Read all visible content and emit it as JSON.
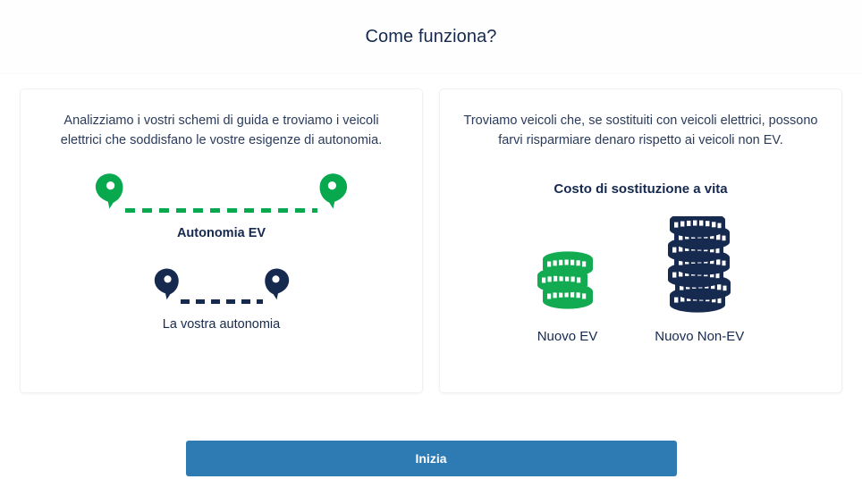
{
  "modal": {
    "title": "Come funziona?"
  },
  "cards": [
    {
      "description": "Analizziamo i vostri schemi di guida e troviamo i veicoli elettrici che soddisfano le vostre esigenze di autonomia.",
      "rows": [
        {
          "label": "Autonomia EV",
          "icon": "map-pin-route-green",
          "color": "#08a94e"
        },
        {
          "label": "La vostra autonomia",
          "icon": "map-pin-route-navy",
          "color": "#16294f"
        }
      ]
    },
    {
      "description": "Troviamo veicoli che, se sostituiti con veicoli elettrici, possono farvi risparmiare denaro rispetto ai veicoli non EV.",
      "cost_title": "Costo di sostituzione a vita",
      "stacks": [
        {
          "label": "Nuovo EV",
          "icon": "coin-stack-green",
          "color": "#13ab52",
          "coins": 3
        },
        {
          "label": "Nuovo Non-EV",
          "icon": "coin-stack-navy",
          "color": "#16294f",
          "coins": 7
        }
      ]
    }
  ],
  "footer": {
    "start_label": "Inizia"
  },
  "colors": {
    "accent_green": "#08a94e",
    "navy": "#16294f",
    "button_blue": "#2e7bb4",
    "page_background": "#ffffff",
    "card_border": "#f0f1f4"
  }
}
